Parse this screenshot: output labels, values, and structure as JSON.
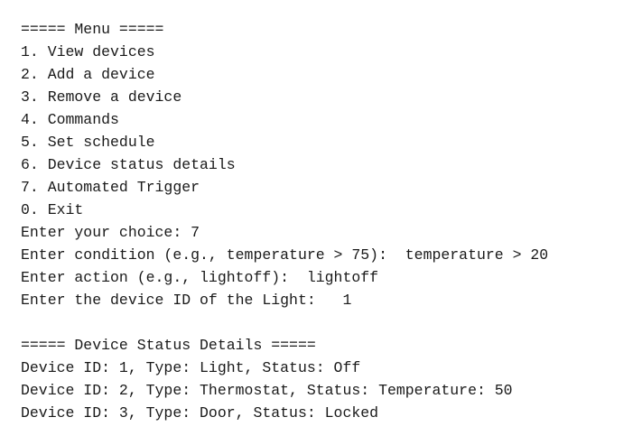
{
  "console": {
    "menu_header": "===== Menu =====",
    "menu_items": [
      "1. View devices",
      "2. Add a device",
      "3. Remove a device",
      "4. Commands",
      "5. Set schedule",
      "6. Device status details",
      "7. Automated Trigger",
      "0. Exit"
    ],
    "prompts": [
      {
        "prompt": "Enter your choice: ",
        "input": "7"
      },
      {
        "prompt": "Enter condition (e.g., temperature > 75): ",
        "input": " temperature > 20"
      },
      {
        "prompt": "Enter action (e.g., lightoff): ",
        "input": " lightoff"
      },
      {
        "prompt": "Enter the device ID of the Light: ",
        "input": "  1"
      }
    ],
    "status_header": "===== Device Status Details =====",
    "status_lines": [
      "Device ID: 1, Type: Light, Status: Off",
      "Device ID: 2, Type: Thermostat, Status: Temperature: 50",
      "Device ID: 3, Type: Door, Status: Locked"
    ]
  }
}
